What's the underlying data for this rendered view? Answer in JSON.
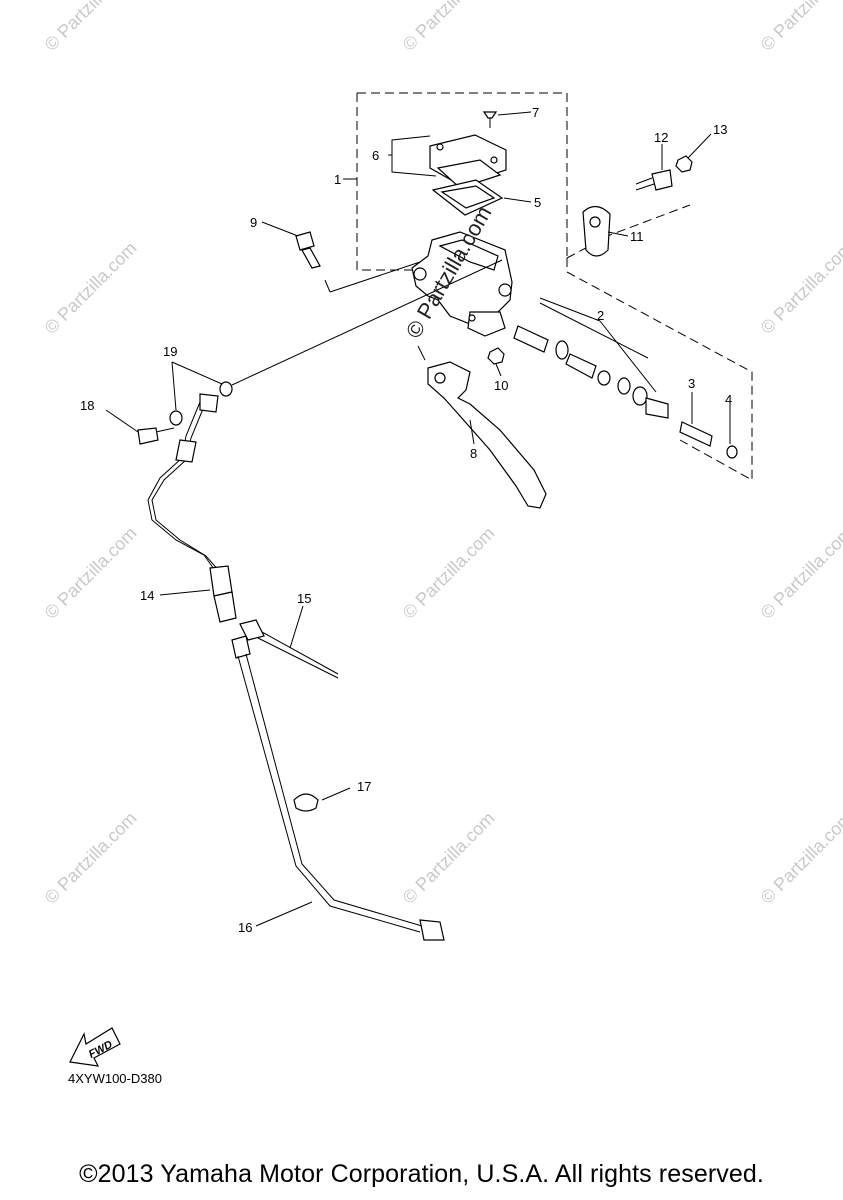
{
  "callouts": [
    {
      "id": "1",
      "label": "1"
    },
    {
      "id": "2",
      "label": "2"
    },
    {
      "id": "3",
      "label": "3"
    },
    {
      "id": "4",
      "label": "4"
    },
    {
      "id": "5",
      "label": "5"
    },
    {
      "id": "6",
      "label": "6"
    },
    {
      "id": "7",
      "label": "7"
    },
    {
      "id": "8",
      "label": "8"
    },
    {
      "id": "9",
      "label": "9"
    },
    {
      "id": "10",
      "label": "10"
    },
    {
      "id": "11",
      "label": "11"
    },
    {
      "id": "12",
      "label": "12"
    },
    {
      "id": "13",
      "label": "13"
    },
    {
      "id": "14",
      "label": "14"
    },
    {
      "id": "15",
      "label": "15"
    },
    {
      "id": "16",
      "label": "16"
    },
    {
      "id": "17",
      "label": "17"
    },
    {
      "id": "18",
      "label": "18"
    },
    {
      "id": "19",
      "label": "19"
    }
  ],
  "fwd_label": "FWD",
  "diagram_code": "4XYW100-D380",
  "watermark_center": "© Partzilla.com",
  "watermark_tile": "© Partzilla.com",
  "copyright": "©2013 Yamaha Motor Corporation, U.S.A. All rights reserved."
}
